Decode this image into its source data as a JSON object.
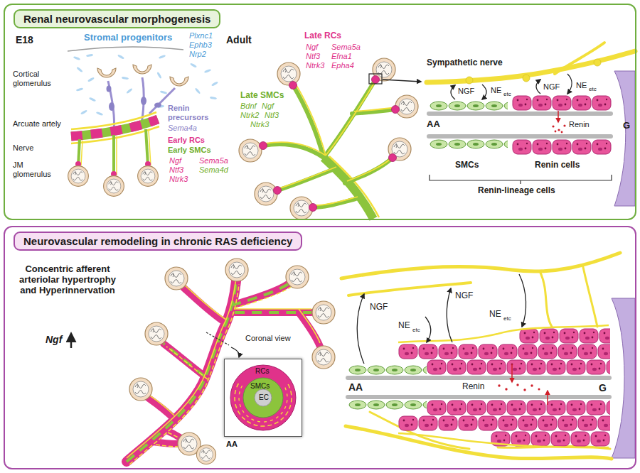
{
  "diagram": {
    "nodes": [
      {
        "text": [
          "Renal neurovascular morphogenesis"
        ]
      },
      {
        "text": [
          "Neurovascular remodeling in chronic RAS deficiency"
        ]
      },
      {
        "text": [
          "RCs",
          "SMCs",
          "EC",
          "AA"
        ],
        "in": 1
      }
    ],
    "labels": [
      "E18",
      "Stromal progenitors",
      "Plxnc1",
      "Ephb3",
      "Nrp2",
      "Cortical glomerulus",
      "Arcuate artely",
      "Nerve",
      "JM glomerulus",
      "Renin precursors",
      "Sema4a",
      "Early RCs",
      "Early SMCs",
      "Ngf",
      "Ntf3",
      "Ntrk3",
      "Sema5a",
      "Sema4d",
      "Adult",
      "Late RCs",
      "Ngf",
      "Ntf3",
      "Ntrk3",
      "Sema5a",
      "Efna1",
      "Epha4",
      "Late SMCs",
      "Bdnf",
      "Ngf",
      "Ntrk2",
      "Ntf3",
      "Ntrk3",
      "Sympathetic nerve",
      "NGF",
      "NE",
      "etc",
      "NGF",
      "NE",
      "etc",
      "Renin",
      "AA",
      "G",
      "SMCs",
      "Renin cells",
      "Renin-lineage cells",
      "Concentric afferent arteriolar hypertrophy and Hyperinnervation",
      "Ngf",
      "Coronal view",
      "NGF",
      "NE",
      "etc",
      "NGF",
      "NE",
      "etc",
      "Renin",
      "AA",
      "G"
    ]
  }
}
